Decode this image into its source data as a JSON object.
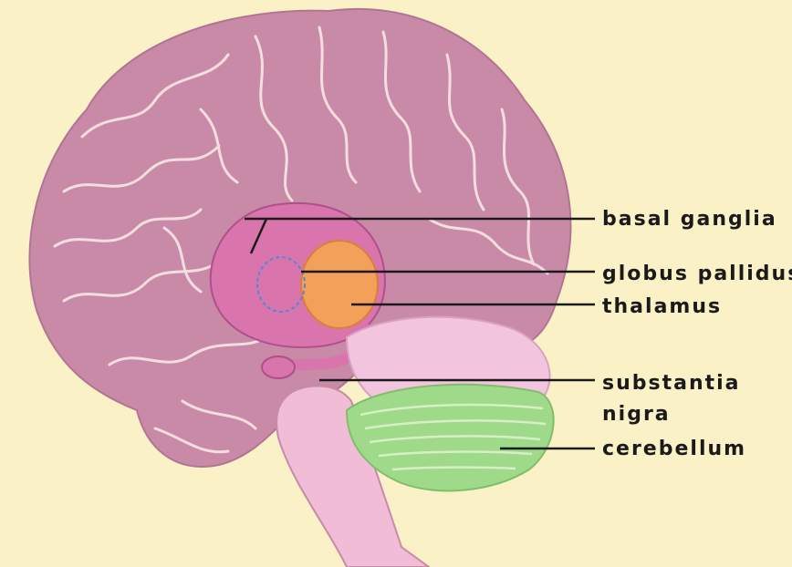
{
  "diagram": {
    "labels": {
      "basal_ganglia": "basal ganglia",
      "globus_pallidus": "globus pallidus",
      "thalamus": "thalamus",
      "substantia_nigra_line1": "substantia",
      "substantia_nigra_line2": "nigra",
      "cerebellum": "cerebellum"
    },
    "colors": {
      "background": "#fbf1c7",
      "cerebrum": "#c98aa8",
      "sulci": "#f3dede",
      "basal_ganglia": "#d974ac",
      "thalamus": "#f3a05a",
      "globus_pallidus_outline": "#4f8ad6",
      "brainstem": "#f0bcd6",
      "cerebellum": "#9fd98a",
      "leader_lines": "#1a1a1a"
    }
  }
}
